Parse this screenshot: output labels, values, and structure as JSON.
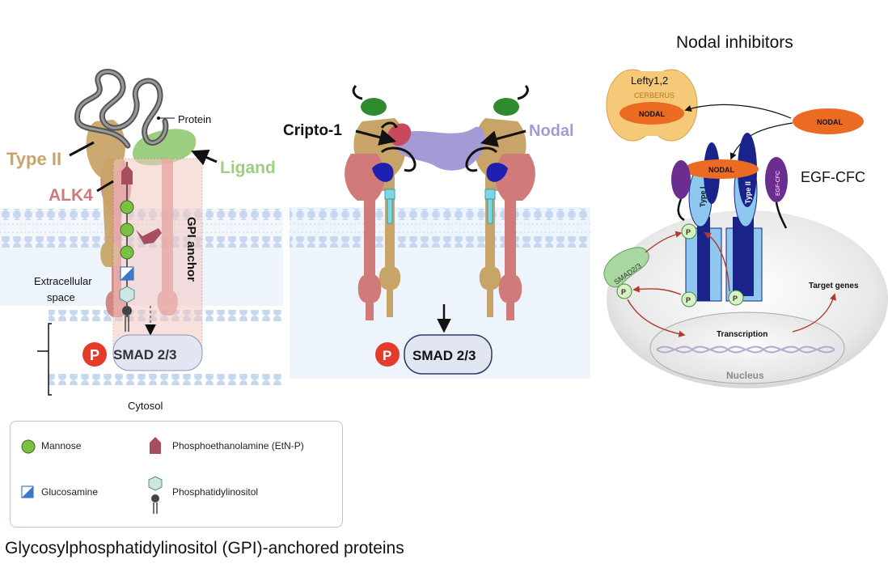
{
  "panel_left": {
    "labels": {
      "protein": "Protein",
      "type_ii": "Type II",
      "ligand": "Ligand",
      "alk4": "ALK4",
      "gpi_anchor": "GPI anchor",
      "extracellular_space": "Extracellular\nspace",
      "smad": "SMAD 2/3",
      "p_badge": "P",
      "cytosol": "Cytosol"
    }
  },
  "panel_middle": {
    "labels": {
      "cripto": "Cripto-1",
      "nodal": "Nodal",
      "smad": "SMAD 2/3",
      "p_badge": "P"
    }
  },
  "panel_right": {
    "title": "Nodal inhibitors",
    "labels": {
      "lefty": "Lefty1,2",
      "cerberus": "CERBERUS",
      "nodal_inner": "NODAL",
      "nodal_free": "NODAL",
      "nodal_receptor": "NODAL",
      "egf_cfc": "EGF-CFC",
      "egf_cfc_small": "EGF-CFC",
      "type_i": "Type I",
      "type_ii": "Type II",
      "smad_23": "SMAD2/3",
      "p": "P",
      "target_genes": "Target genes",
      "transcription": "Transcription",
      "nucleus": "Nucleus"
    }
  },
  "legend": {
    "mannose": "Mannose",
    "phosphoethanolamine": "Phosphoethanolamine (EtN-P)",
    "glucosamine": "Glucosamine",
    "phosphatidylinositol": "Phosphatidylinositol"
  },
  "colors": {
    "type_ii": "#c8a468",
    "alk4": "#d07a7a",
    "ligand": "#9ccf80",
    "nodal": "#a59ad6",
    "cripto": "#c8495e",
    "mannose": "#7bc043",
    "etn_p": "#a64e5e",
    "glucosamine": "#3a78c8",
    "phosphatidylinositol": "#cde6e2",
    "membrane_head": "#c6d7ef",
    "extracellular": "#eef4fb",
    "p_badge": "#e53b2b",
    "egfcfc": "#6b2d8f",
    "nodal_orange": "#ec6b22",
    "lefty": "#f6c979",
    "receptor_dark": "#1a2389",
    "receptor_light": "#8fc8ee",
    "arrow_red": "#b03a2e"
  },
  "footer": {
    "title": "Glycosylphosphatidylinositol (GPI)-anchored proteins"
  }
}
